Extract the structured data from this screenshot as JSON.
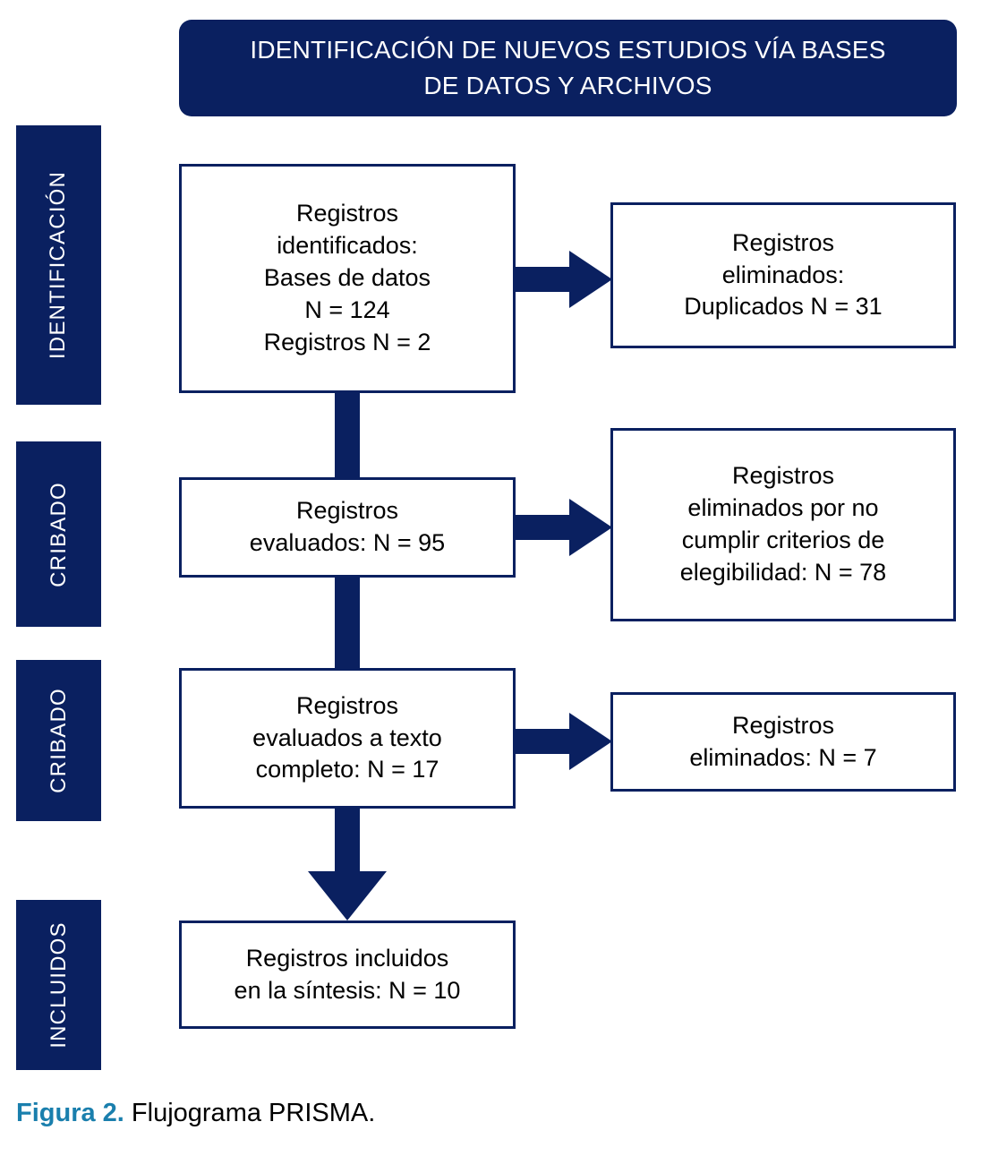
{
  "header": {
    "title": "IDENTIFICACIÓN DE NUEVOS ESTUDIOS VÍA BASES\nDE DATOS Y ARCHIVOS"
  },
  "colors": {
    "navy": "#0a2060",
    "caption_accent": "#1a7fad",
    "box_background": "#ffffff",
    "page_background": "#ffffff",
    "text": "#000000"
  },
  "stages": [
    {
      "label": "IDENTIFICACIÓN"
    },
    {
      "label": "CRIBADO"
    },
    {
      "label": "CRIBADO"
    },
    {
      "label": "INCLUIDOS"
    }
  ],
  "boxes": {
    "identified": {
      "text": "Registros\nidentificados:\nBases de datos\nN = 124\nRegistros N = 2"
    },
    "duplicates_removed": {
      "text": "Registros\neliminados:\nDuplicados N = 31"
    },
    "screened": {
      "text": "Registros\nevaluados: N = 95"
    },
    "excluded_criteria": {
      "text": "Registros\neliminados por no\ncumplir criterios de\nelegibilidad: N = 78"
    },
    "fulltext_assessed": {
      "text": "Registros\nevaluados a texto\ncompleto: N = 17"
    },
    "excluded_fulltext": {
      "text": "Registros\neliminados: N = 7"
    },
    "included": {
      "text": "Registros incluidos\nen la síntesis: N = 10"
    }
  },
  "caption": {
    "label": "Figura 2.",
    "text": " Flujograma PRISMA."
  },
  "chart_data": {
    "type": "diagram",
    "title": "IDENTIFICACIÓN DE NUEVOS ESTUDIOS VÍA BASES DE DATOS Y ARCHIVOS",
    "diagram_kind": "PRISMA flow diagram",
    "nodes": [
      {
        "id": "identified",
        "stage": "IDENTIFICACIÓN",
        "label": "Registros identificados: Bases de datos N = 124 Registros N = 2",
        "values": {
          "Bases de datos": 124,
          "Registros": 2
        }
      },
      {
        "id": "duplicates_removed",
        "stage": "IDENTIFICACIÓN",
        "label": "Registros eliminados: Duplicados N = 31",
        "values": {
          "Duplicados": 31
        }
      },
      {
        "id": "screened",
        "stage": "CRIBADO",
        "label": "Registros evaluados: N = 95",
        "values": {
          "N": 95
        }
      },
      {
        "id": "excluded_criteria",
        "stage": "CRIBADO",
        "label": "Registros eliminados por no cumplir criterios de elegibilidad: N = 78",
        "values": {
          "N": 78
        }
      },
      {
        "id": "fulltext_assessed",
        "stage": "CRIBADO",
        "label": "Registros evaluados a texto completo: N = 17",
        "values": {
          "N": 17
        }
      },
      {
        "id": "excluded_fulltext",
        "stage": "CRIBADO",
        "label": "Registros eliminados: N = 7",
        "values": {
          "N": 7
        }
      },
      {
        "id": "included",
        "stage": "INCLUIDOS",
        "label": "Registros incluidos en la síntesis: N = 10",
        "values": {
          "N": 10
        }
      }
    ],
    "edges": [
      {
        "from": "identified",
        "to": "duplicates_removed",
        "direction": "right"
      },
      {
        "from": "identified",
        "to": "screened",
        "direction": "down"
      },
      {
        "from": "screened",
        "to": "excluded_criteria",
        "direction": "right"
      },
      {
        "from": "screened",
        "to": "fulltext_assessed",
        "direction": "down"
      },
      {
        "from": "fulltext_assessed",
        "to": "excluded_fulltext",
        "direction": "right"
      },
      {
        "from": "fulltext_assessed",
        "to": "included",
        "direction": "down"
      }
    ]
  }
}
